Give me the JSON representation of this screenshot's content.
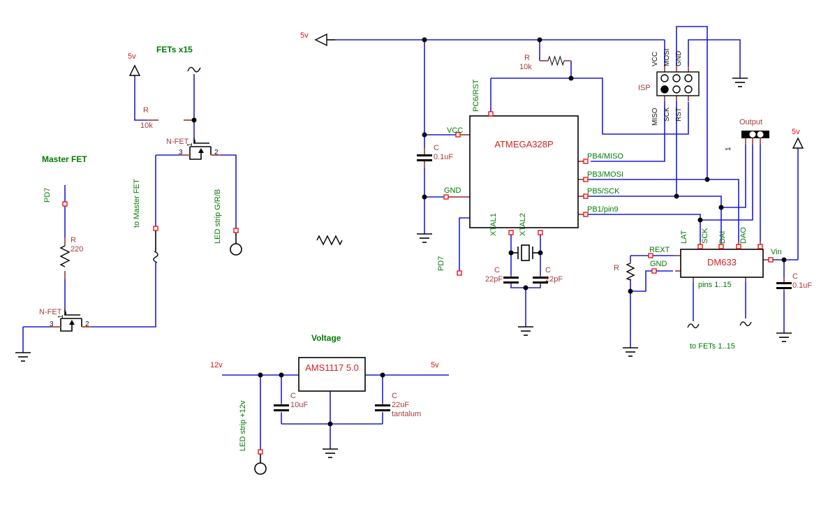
{
  "labels": {
    "power": {
      "v5": "5v",
      "v12": "12v"
    },
    "titles": {
      "fets": "FETs x15",
      "master": "Master FET",
      "voltage": "Voltage"
    },
    "chips": {
      "mcu": "ATMEGA328P",
      "led_driver": "DM633",
      "regulator": "AMS1117 5.0"
    },
    "mcu_pins": {
      "vcc": "VCC",
      "gnd": "GND",
      "pc6": "PC6/RST",
      "pb4": "PB4/MISO",
      "pb3": "PB3/MOSI",
      "pb5": "PB5/SCK",
      "pb1": "PB1/pin9",
      "xtal1": "XTAL1",
      "xtal2": "XTAL2"
    },
    "driver_pins": {
      "rext": "REXT",
      "gnd": "GND",
      "vin": "Vin",
      "lat": "LAT",
      "sck": "SCK",
      "dai": "DAI",
      "dao": "DAO",
      "pins_note": "pins 1..15",
      "fets_note": "to FETs 1..15"
    },
    "isp": {
      "name": "ISP",
      "top": [
        "VCC",
        "MOSI",
        "GND"
      ],
      "bottom": [
        "MISO",
        "SCK",
        "RST"
      ]
    },
    "output": {
      "name": "Output",
      "pin1": "1"
    },
    "nets": {
      "pd7": "PD7",
      "to_master": "to Master FET",
      "led_grb": "LED strip G/R/B",
      "led_12v": "LED strip +12v"
    },
    "parts": {
      "r_pullup_fet": {
        "ref": "R",
        "value": "10k"
      },
      "r_gate": {
        "ref": "R",
        "value": "220"
      },
      "r_reset": {
        "ref": "R",
        "value": "10k"
      },
      "r_rext": {
        "ref": "R"
      },
      "c_vcc": {
        "ref": "C",
        "value": "0.1uF"
      },
      "c_xtal1": {
        "ref": "C",
        "value": "22pF"
      },
      "c_xtal2": {
        "ref": "C",
        "value": "22pF"
      },
      "c_vin": {
        "ref": "C",
        "value": "0.1uF"
      },
      "c_in": {
        "ref": "C",
        "value": "10uF"
      },
      "c_out": {
        "ref": "C",
        "value": "22uF",
        "note": "tantalum"
      },
      "nfet": {
        "ref": "N-FET",
        "pin1": "1",
        "pin2": "2",
        "pin3": "3"
      }
    },
    "colors": {
      "wire": "#1c1cd6",
      "symbol": "#000000",
      "lead": "#ad5c5c",
      "net_label": "#007a00",
      "part_label": "#a33c3c",
      "power_label": "#dd1414",
      "node": "#f00000"
    }
  }
}
